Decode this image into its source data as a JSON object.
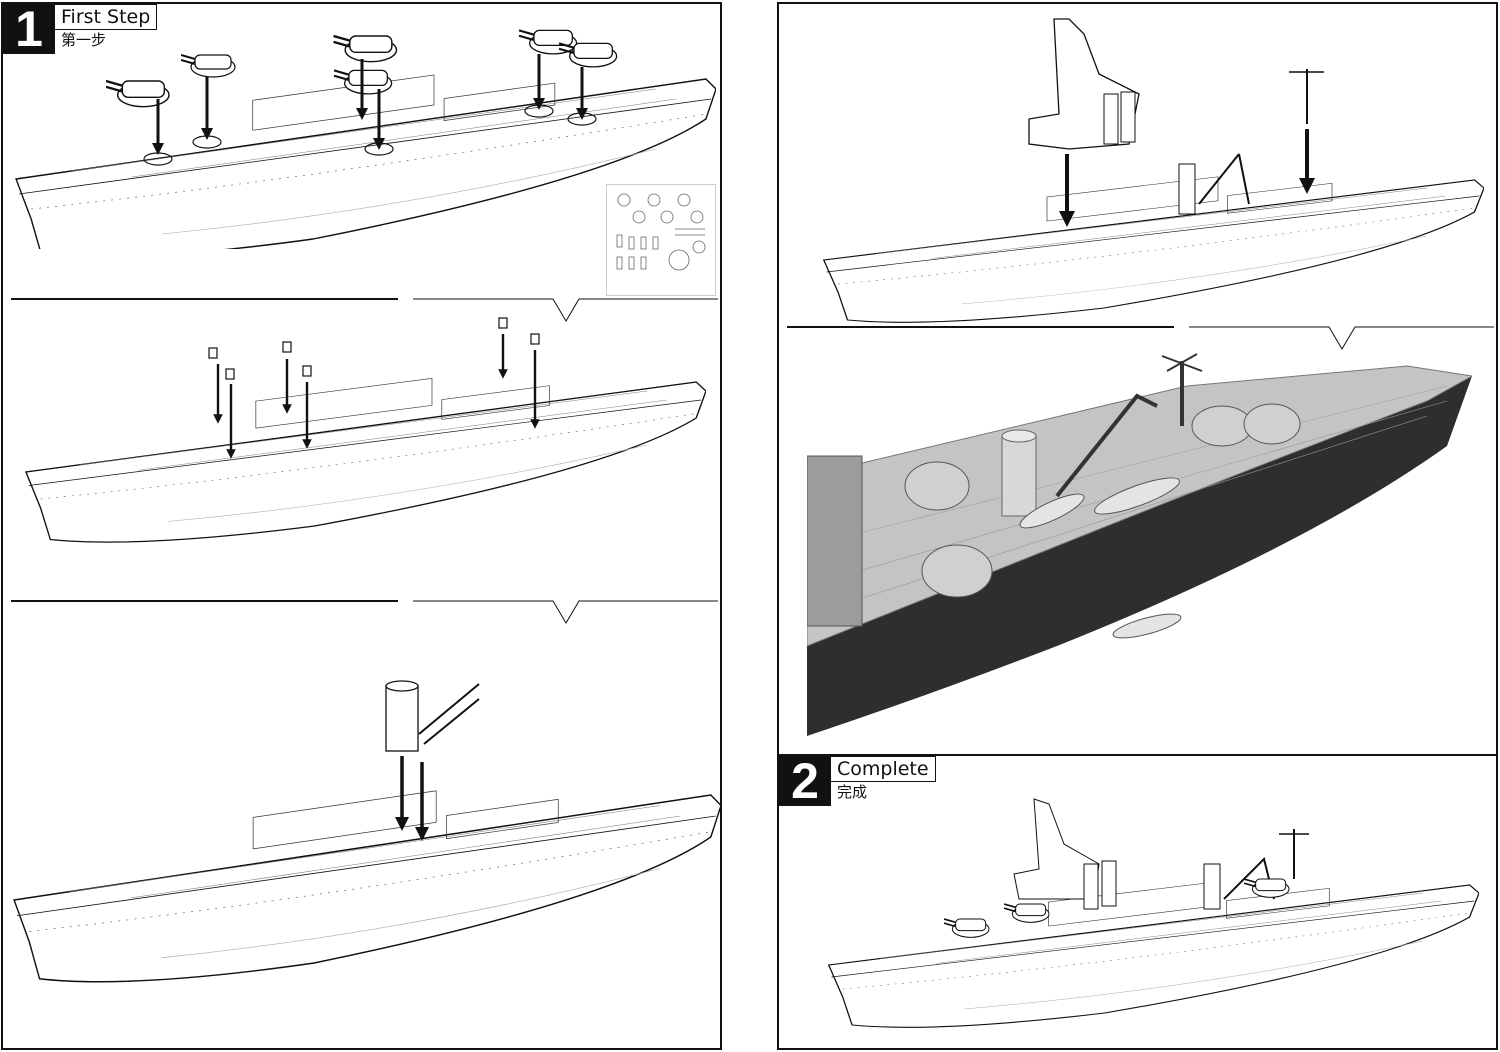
{
  "steps": [
    {
      "number": "1",
      "title": "First Step",
      "subtitle": "第一步"
    },
    {
      "number": "2",
      "title": "Complete",
      "subtitle": "完成"
    }
  ],
  "colors": {
    "ink": "#111111",
    "hull_dark": "#2e2e2e",
    "deck_grey": "#bdbdbd"
  }
}
